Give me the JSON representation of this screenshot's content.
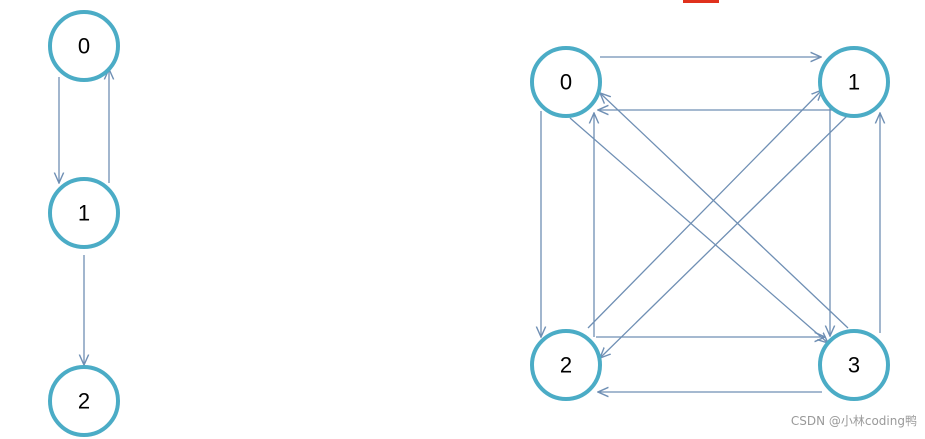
{
  "colors": {
    "node_stroke": "#4bacc6",
    "edge": "#6f8fb4",
    "accent_red": "#e0311d",
    "watermark": "#9a9a9a"
  },
  "graph_left": {
    "nodes": [
      {
        "id": "0",
        "label": "0"
      },
      {
        "id": "1",
        "label": "1"
      },
      {
        "id": "2",
        "label": "2"
      }
    ],
    "edges": [
      {
        "from": "0",
        "to": "1"
      },
      {
        "from": "1",
        "to": "0"
      },
      {
        "from": "1",
        "to": "2"
      }
    ]
  },
  "graph_right": {
    "nodes": [
      {
        "id": "0",
        "label": "0"
      },
      {
        "id": "1",
        "label": "1"
      },
      {
        "id": "2",
        "label": "2"
      },
      {
        "id": "3",
        "label": "3"
      }
    ],
    "edges": [
      {
        "from": "0",
        "to": "1"
      },
      {
        "from": "1",
        "to": "0"
      },
      {
        "from": "0",
        "to": "2"
      },
      {
        "from": "2",
        "to": "0"
      },
      {
        "from": "1",
        "to": "3"
      },
      {
        "from": "3",
        "to": "1"
      },
      {
        "from": "2",
        "to": "3"
      },
      {
        "from": "3",
        "to": "2"
      },
      {
        "from": "0",
        "to": "3"
      },
      {
        "from": "3",
        "to": "0"
      },
      {
        "from": "1",
        "to": "2"
      },
      {
        "from": "2",
        "to": "1"
      }
    ]
  },
  "watermark": "CSDN @小林coding鸭"
}
